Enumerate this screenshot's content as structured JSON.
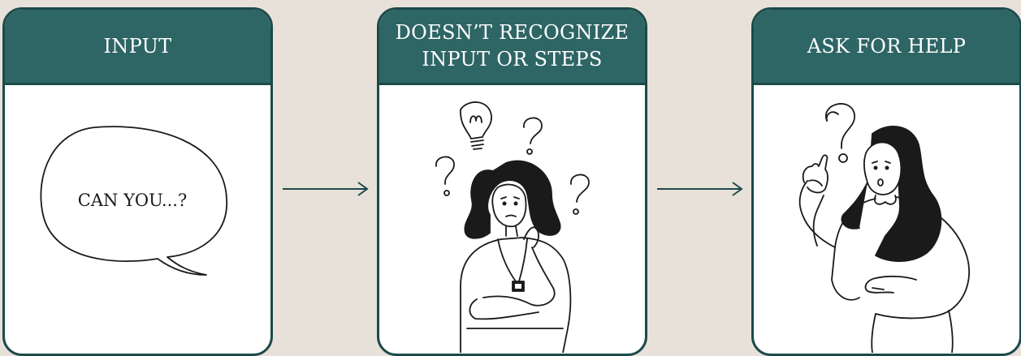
{
  "steps": [
    {
      "header_lines": [
        "INPUT"
      ],
      "bubble_text": "CAN YOU...?"
    },
    {
      "header_lines": [
        "DOESN’T RECOGNIZE",
        "INPUT OR STEPS"
      ],
      "illustration": "confused-person-icon"
    },
    {
      "header_lines": [
        "ASK FOR HELP"
      ],
      "illustration": "person-asking-icon"
    }
  ],
  "colors": {
    "background": "#e8e1d9",
    "header": "#2e6565",
    "border": "#1c4a4a",
    "card": "#ffffff",
    "ink": "#1a1a1a"
  }
}
